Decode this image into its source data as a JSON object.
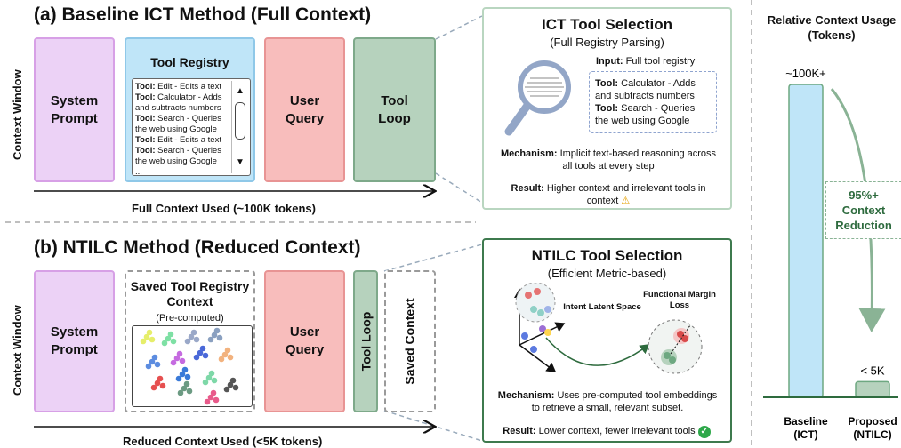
{
  "section_a": {
    "title": "(a) Baseline ICT Method (Full Context)",
    "context_window": "Context Window",
    "system_prompt": "System Prompt",
    "tool_registry": {
      "title": "Tool Registry",
      "lines": [
        {
          "k": "Tool:",
          "v": " Edit - Edits a text"
        },
        {
          "k": "Tool:",
          "v": " Calculator - Adds and subtracts numbers"
        },
        {
          "k": "Tool:",
          "v": " Search - Queries the web using Google"
        },
        {
          "k": "Tool:",
          "v": " Edit - Edits a text"
        },
        {
          "k": "Tool:",
          "v": " Search - Queries the web using Google"
        },
        {
          "k": "",
          "v": "..."
        }
      ]
    },
    "user_query": "User Query",
    "tool_loop": "Tool Loop",
    "arrow_label": "Full Context Used (~100K tokens)"
  },
  "ict_panel": {
    "title": "ICT Tool Selection",
    "subtitle": "(Full Registry Parsing)",
    "input_label": "Input:",
    "input_text": "Full tool registry",
    "tool_lines": [
      {
        "k": "Tool:",
        "v": " Calculator - Adds and subtracts numbers"
      },
      {
        "k": "Tool:",
        "v": " Search - Queries the web using Google"
      }
    ],
    "mechanism_label": "Mechanism:",
    "mechanism_text": "Implicit text-based reasoning across all tools at every step",
    "result_label": "Result:",
    "result_text": "Higher context and irrelevant tools in context"
  },
  "section_b": {
    "title": "(b) NTILC Method (Reduced Context)",
    "context_window": "Context Window",
    "system_prompt": "System Prompt",
    "saved_registry_title": "Saved Tool Registry Context",
    "saved_registry_sub": "(Pre-computed)",
    "user_query": "User Query",
    "tool_loop": "Tool Loop",
    "saved_context": "Saved Context",
    "arrow_label": "Reduced Context Used (<5K tokens)"
  },
  "ntilc_panel": {
    "title": "NTILC Tool Selection",
    "subtitle": "(Efficient Metric-based)",
    "intent_label": "Intent Latent Space",
    "margin_label": "Functional Margin Loss",
    "mechanism_label": "Mechanism:",
    "mechanism_text": "Uses pre-computed tool embeddings to retrieve a small, relevant subset.",
    "result_label": "Result:",
    "result_text": "Lower context, fewer irrelevant tools"
  },
  "chart_data": {
    "type": "bar",
    "title": "Relative Context Usage (Tokens)",
    "categories": [
      "Baseline (ICT)",
      "Proposed (NTILC)"
    ],
    "values": [
      100000,
      5000
    ],
    "value_labels": [
      "~100K+",
      "< 5K"
    ],
    "annotation": "95%+ Context Reduction",
    "colors": {
      "baseline": "#bfe5f8",
      "proposed": "#b6d2bd",
      "annotation": "#2e6b3e"
    }
  },
  "colors": {
    "system_prompt": "#ecd2f6",
    "tool_registry": "#bfe5f8",
    "user_query": "#f8bdbc",
    "tool_loop": "#b6d2bd"
  }
}
